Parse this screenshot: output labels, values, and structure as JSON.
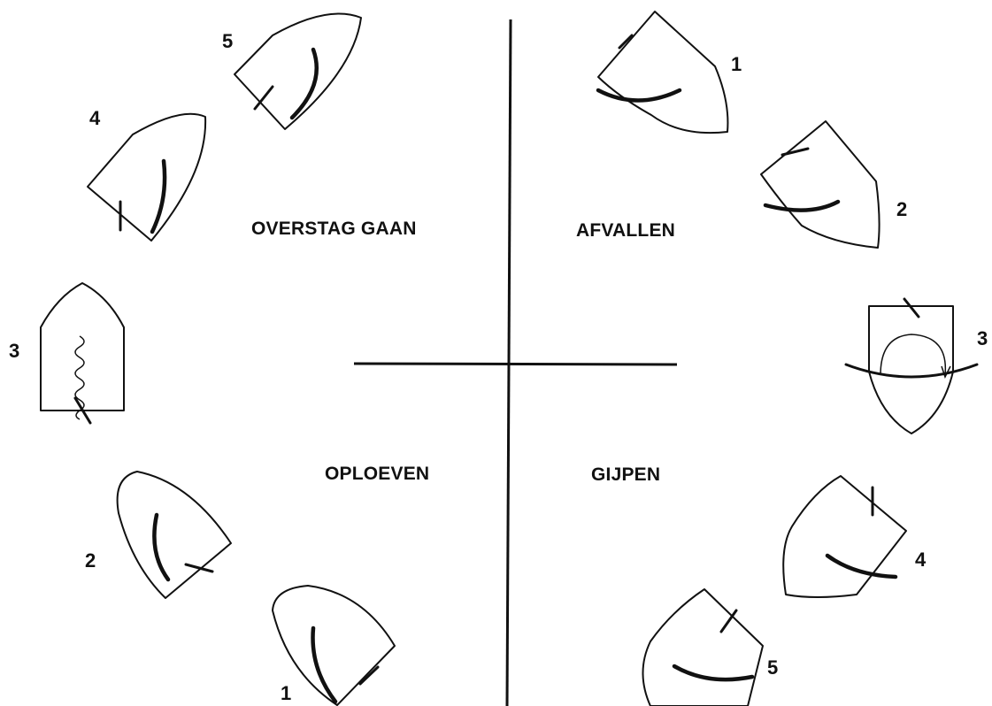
{
  "headings": {
    "tacking": "OVERSTAG GAAN",
    "bearing_away": "AFVALLEN",
    "luffing_up": "OPLOEVEN",
    "gybing": "GIJPEN"
  },
  "left_sequence": {
    "boat_1": "1",
    "boat_2": "2",
    "boat_3": "3",
    "boat_4": "4",
    "boat_5": "5"
  },
  "right_sequence": {
    "boat_1": "1",
    "boat_2": "2",
    "boat_3": "3",
    "boat_4": "4",
    "boat_5": "5"
  },
  "colors": {
    "ink": "#111111",
    "background": "#ffffff"
  }
}
